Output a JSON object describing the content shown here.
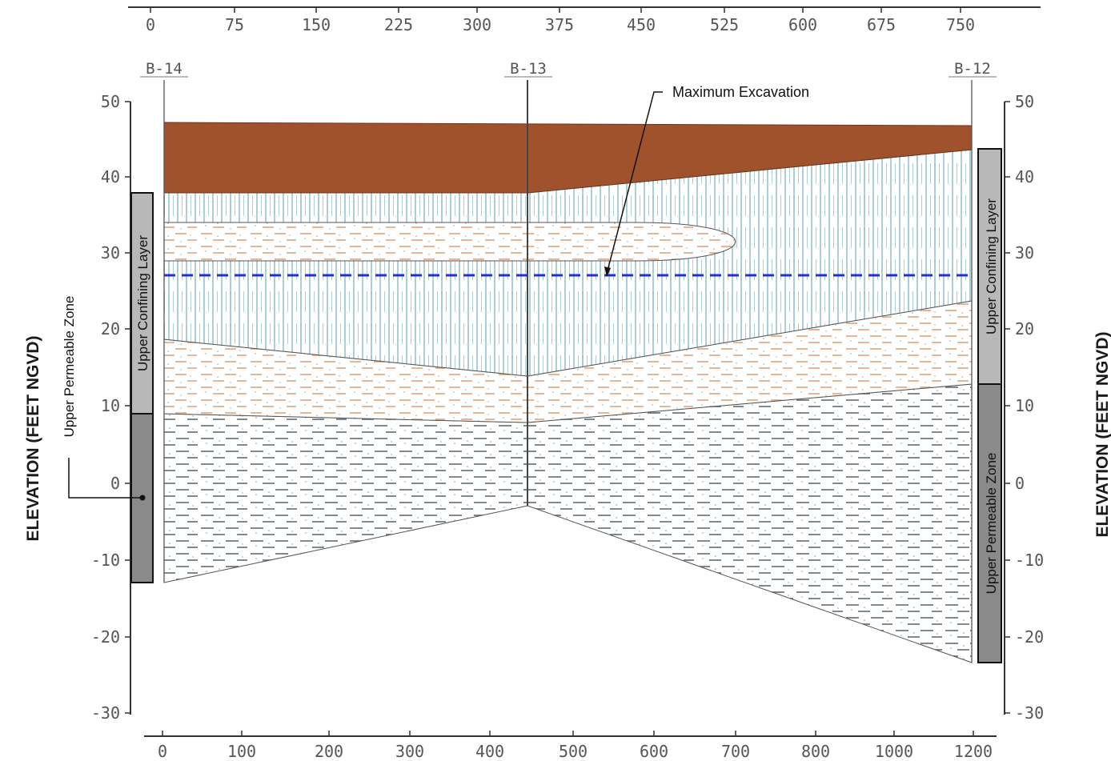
{
  "top_axis": {
    "ticks": [
      "0",
      "75",
      "150",
      "225",
      "300",
      "375",
      "450",
      "525",
      "600",
      "675",
      "750"
    ]
  },
  "bottom_axis": {
    "ticks": [
      "0",
      "100",
      "200",
      "300",
      "400",
      "500",
      "600",
      "700",
      "800",
      "1000",
      "1200"
    ]
  },
  "left_axis": {
    "title": "ELEVATION (FEET NGVD)",
    "ticks": [
      "50",
      "40",
      "30",
      "20",
      "10",
      "0",
      "-10",
      "-20",
      "-30"
    ]
  },
  "right_axis": {
    "title": "ELEVATION (FEET NGVD)",
    "ticks": [
      "50",
      "40",
      "30",
      "20",
      "10",
      "0",
      "-10",
      "-20",
      "-30"
    ]
  },
  "borings": [
    "B-14",
    "B-13",
    "B-12"
  ],
  "annotations": {
    "max_excavation": "Maximum Excavation",
    "left_upper_permeable": "Upper Permeable Zone",
    "left_upper_confining": "Upper Confining Layer",
    "right_upper_confining": "Upper Confining Layer",
    "right_upper_permeable": "Upper Permeable Zone"
  },
  "colors": {
    "clay_topsoil": "#a0522d",
    "silt_lines": "#6aa7b5",
    "sand_dashes": "#e9a276",
    "deep_dashes": "#5e6e6e",
    "excavation_line": "#1f2fd6",
    "confining_bar": "#b8b8b8",
    "permeable_bar": "#8a8a8a"
  }
}
